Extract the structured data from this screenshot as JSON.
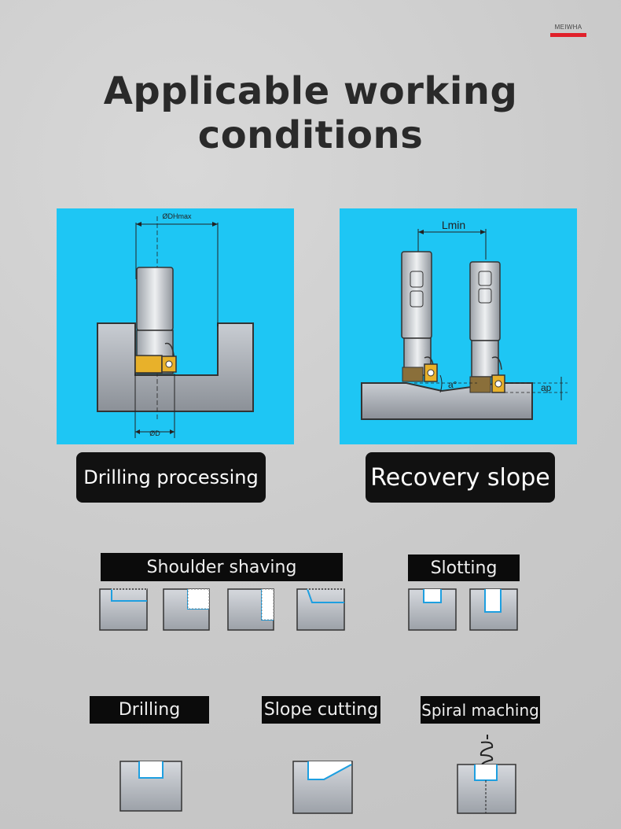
{
  "brand": "MEIWHA",
  "title": "Applicable working conditions",
  "panels": {
    "drilling": {
      "dim_top": "ØDHmax",
      "dim_bottom": "ØD",
      "label": "Drilling processing"
    },
    "recovery": {
      "dim_top": "Lmin",
      "angle": "a°",
      "depth": "ap",
      "label": "Recovery slope"
    }
  },
  "operations": {
    "shoulder": "Shoulder shaving",
    "slotting": "Slotting",
    "drilling": "Drilling",
    "slope": "Slope cutting",
    "spiral": "Spiral maching"
  },
  "colors": {
    "panel_bg": "#1ec6f4",
    "accent": "#e0202a",
    "label_bg": "#111111"
  }
}
